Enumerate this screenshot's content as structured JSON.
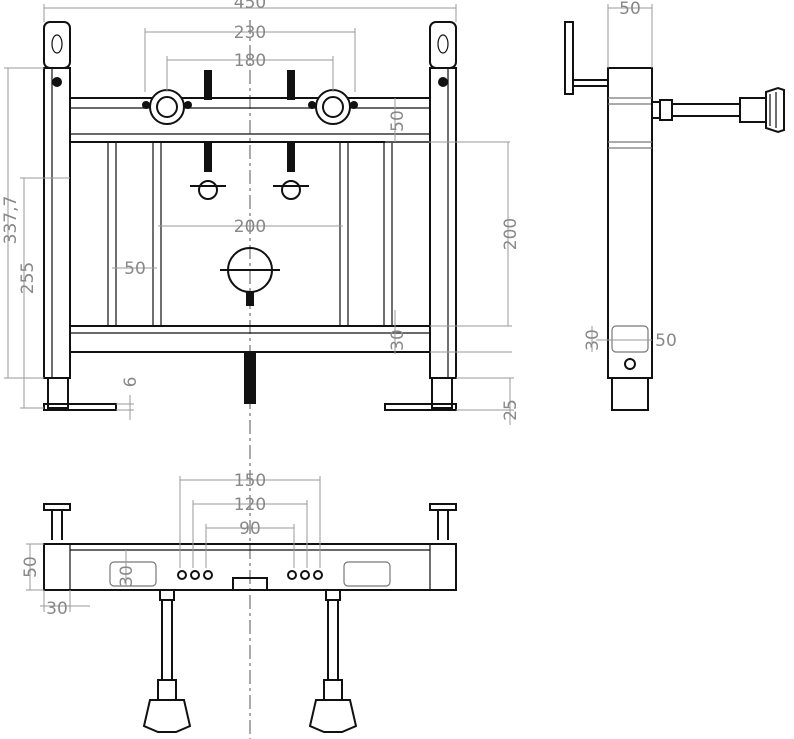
{
  "colors": {
    "line": "#111111",
    "dimension": "#888888",
    "background": "#ffffff"
  },
  "front_view": {
    "dims": {
      "width_450": "450",
      "width_230": "230",
      "width_180": "180",
      "rail_50": "50",
      "inner_200": "200",
      "post_50": "50",
      "height_337": "337,7",
      "height_255": "255",
      "height_200": "200",
      "rail_30": "30",
      "foot_6": "6",
      "foot_25": "25"
    }
  },
  "side_view": {
    "dims": {
      "top_50": "50",
      "h_30": "30",
      "w_50": "50"
    }
  },
  "top_view": {
    "dims": {
      "span_150": "150",
      "span_120": "120",
      "span_90": "90",
      "depth_50": "50",
      "slot_30": "30",
      "edge_30": "30"
    }
  }
}
